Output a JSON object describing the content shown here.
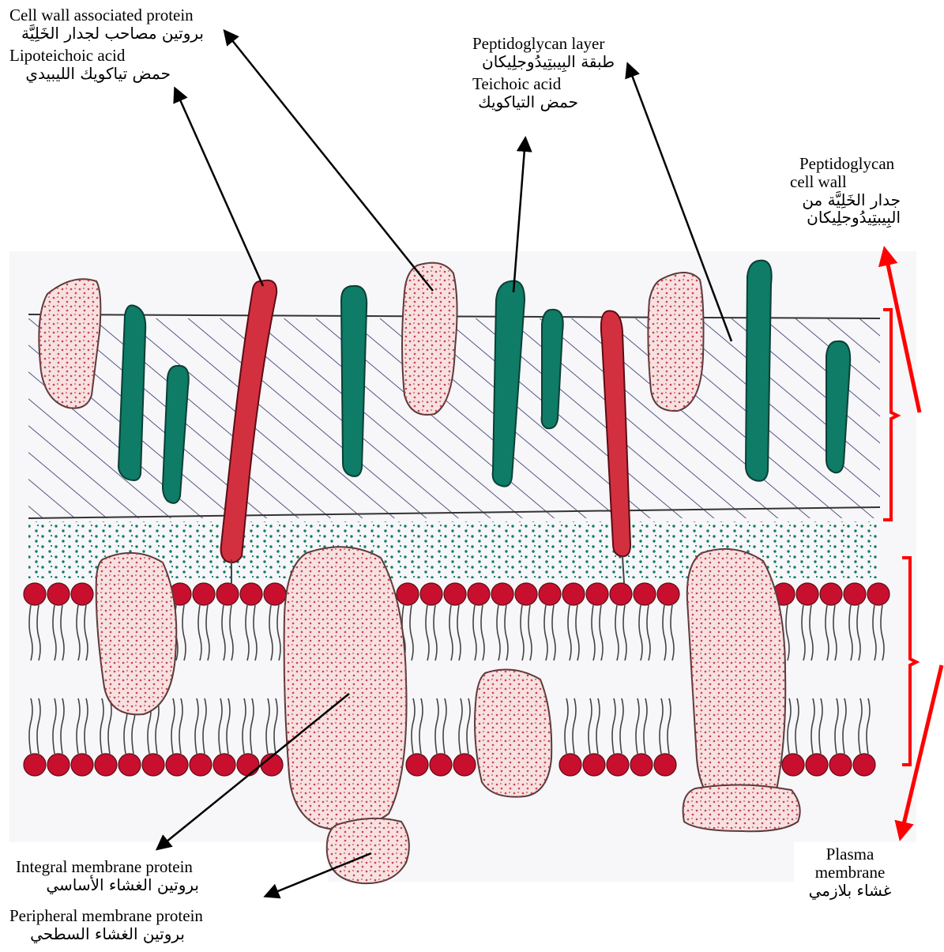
{
  "labels": {
    "cell_wall_protein": {
      "en": "Cell wall associated protein",
      "ar": "بروتين مصاحب لجدار الخَلِيَّة"
    },
    "lipoteichoic": {
      "en": "Lipoteichoic acid",
      "ar": "حمض تياكويك الليبيدي"
    },
    "peptidoglycan_layer": {
      "en": "Peptidoglycan layer",
      "ar": "طبقة البِيبتِيدُوجلِيكان"
    },
    "teichoic": {
      "en": "Teichoic acid",
      "ar": "حمض التياكويك"
    },
    "peptidoglycan_wall": {
      "en1": "Peptidoglycan",
      "en2": "cell wall",
      "ar1": "جدار الخَلِيَّة من",
      "ar2": "البِيبتِيدُوجلِيكان"
    },
    "integral": {
      "en": "Integral membrane protein",
      "ar": "بروتين الغشاء الأساسي"
    },
    "peripheral": {
      "en": "Peripheral membrane protein",
      "ar": "بروتين الغشاء السطحي"
    },
    "plasma": {
      "en1": "Plasma",
      "en2": "membrane",
      "ar": "غشاء بلازمي"
    }
  },
  "colors": {
    "peptidoglycan_hatch": "#2b2f6e",
    "teichoic": "#0e7c66",
    "lipoteichoic": "#d3303f",
    "protein_fill": "#f7e1e1",
    "protein_dots": "#c9404e",
    "phospholipid_head": "#c8102e",
    "periplasm_dots": "#0e7c66",
    "bracket": "#ff0000",
    "arrow": "#000000"
  }
}
